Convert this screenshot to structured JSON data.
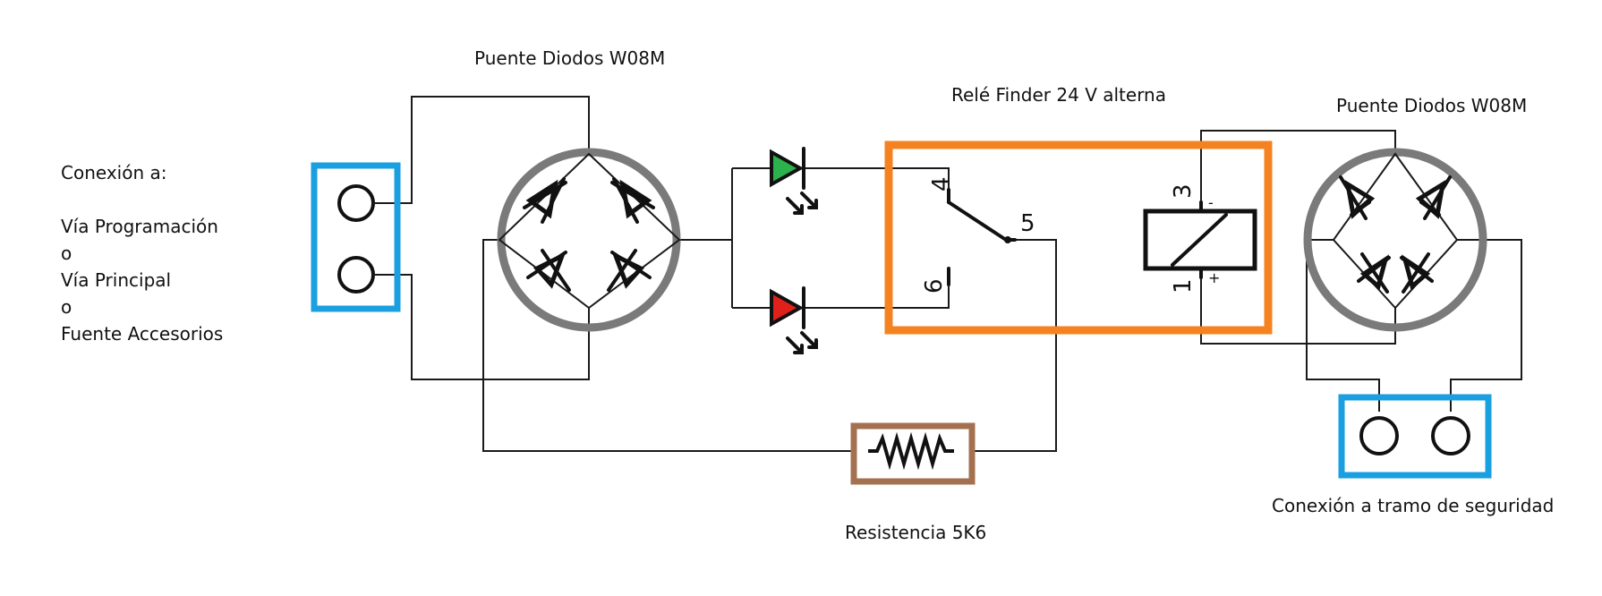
{
  "labels": {
    "bridge_left": "Puente Diodos W08M",
    "relay": "Relé Finder 24 V alterna",
    "bridge_right": "Puente Diodos W08M",
    "resistor": "Resistencia 5K6",
    "safety": "Conexión a tramo de seguridad"
  },
  "connection": {
    "title": "Conexión a:",
    "option1": "Vía Programación",
    "or1": "o",
    "option2": "Vía Principal",
    "or2": "o",
    "option3": "Fuente Accesorios"
  },
  "relay_pins": {
    "contact_common": "4",
    "contact_no": "5",
    "contact_nc": "6",
    "coil_a": "3",
    "coil_b": "1",
    "coil_minus": "-",
    "coil_plus": "+"
  },
  "colors": {
    "connector_frame": "#1a9fe0",
    "relay_frame": "#f58220",
    "resistor_frame": "#a47150",
    "bridge_ring": "#7a7a7a",
    "led_green": "#2bb24c",
    "led_red": "#e0201b"
  },
  "icons": [
    "diode-bridge-icon",
    "led-icon",
    "relay-contact-icon",
    "relay-coil-icon",
    "resistor-icon",
    "terminal-icon"
  ]
}
